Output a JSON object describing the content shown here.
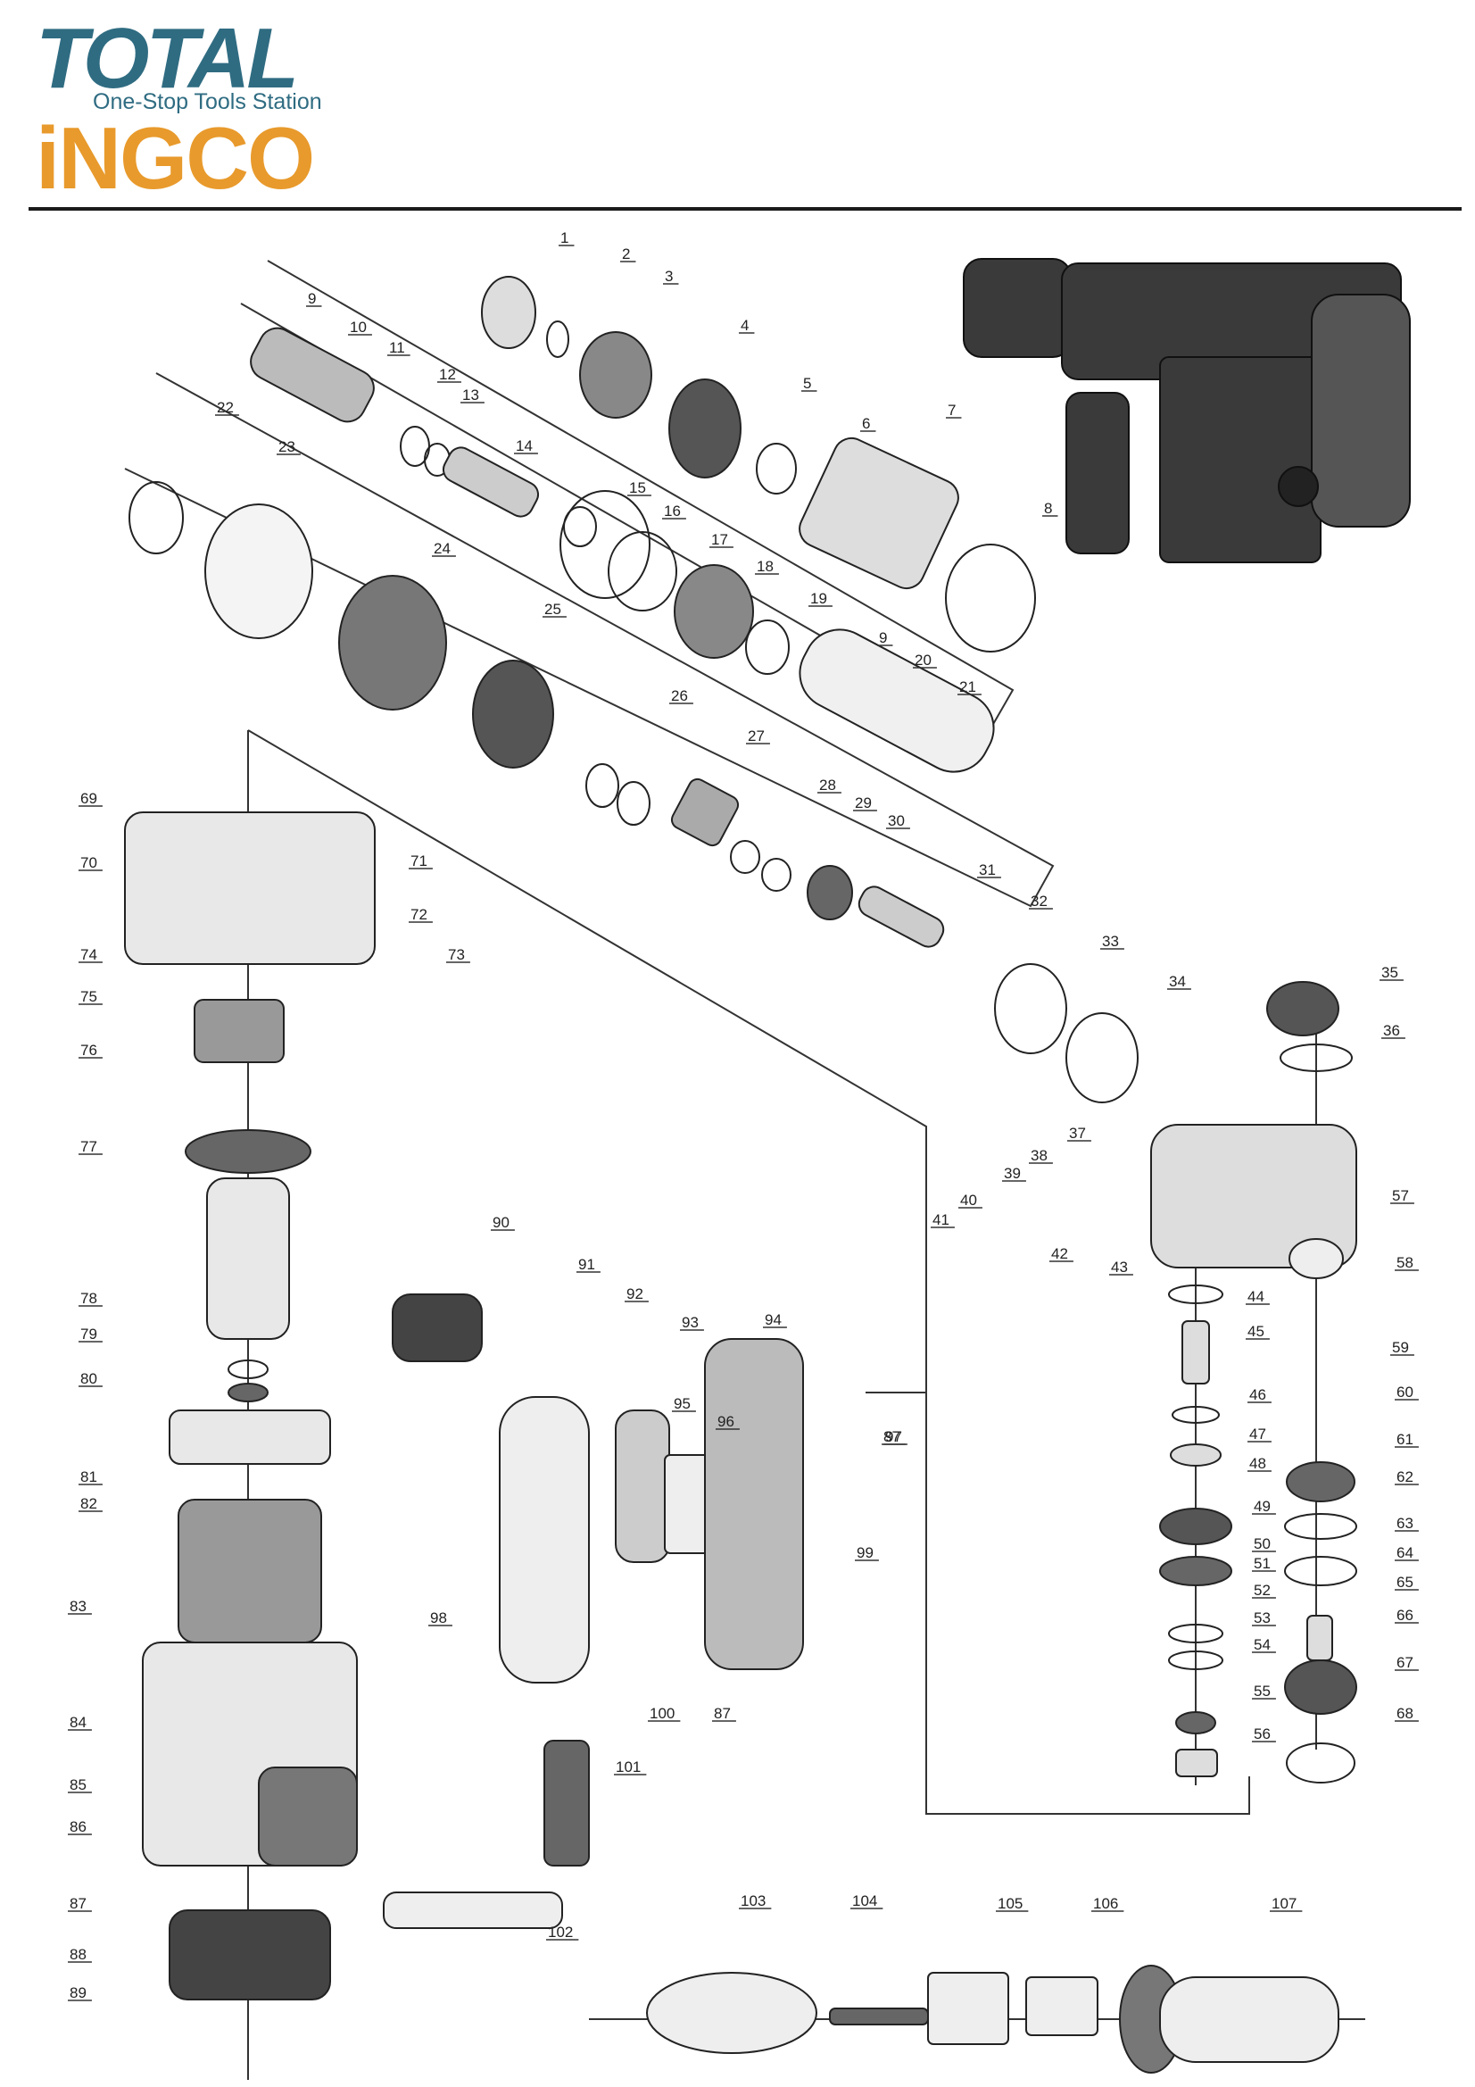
{
  "brand": {
    "primary_name": "TOTAL",
    "tagline": "One-Stop Tools Station",
    "secondary_name": "iNGCO",
    "primary_color": "#2f6c82",
    "secondary_color": "#e89a2c"
  },
  "diagram": {
    "part_labels": [
      "1",
      "2",
      "3",
      "4",
      "5",
      "6",
      "7",
      "8",
      "9",
      "10",
      "11",
      "12",
      "13",
      "14",
      "15",
      "16",
      "17",
      "18",
      "19",
      "20",
      "21",
      "22",
      "23",
      "24",
      "25",
      "26",
      "27",
      "28",
      "29",
      "30",
      "31",
      "32",
      "33",
      "34",
      "35",
      "36",
      "37",
      "38",
      "39",
      "40",
      "41",
      "42",
      "43",
      "44",
      "45",
      "46",
      "47",
      "48",
      "49",
      "50",
      "51",
      "52",
      "53",
      "54",
      "55",
      "56",
      "57",
      "58",
      "59",
      "60",
      "61",
      "62",
      "63",
      "64",
      "65",
      "66",
      "67",
      "68",
      "69",
      "70",
      "71",
      "72",
      "73",
      "74",
      "75",
      "76",
      "77",
      "78",
      "79",
      "80",
      "81",
      "82",
      "83",
      "84",
      "85",
      "86",
      "87",
      "88",
      "89",
      "90",
      "91",
      "92",
      "93",
      "94",
      "95",
      "96",
      "97",
      "98",
      "99",
      "100",
      "101",
      "102",
      "103",
      "104",
      "105",
      "106",
      "107"
    ],
    "repeated_labels": {
      "label_9_b": "9",
      "label_87_b": "87",
      "label_87_c": "87"
    }
  }
}
